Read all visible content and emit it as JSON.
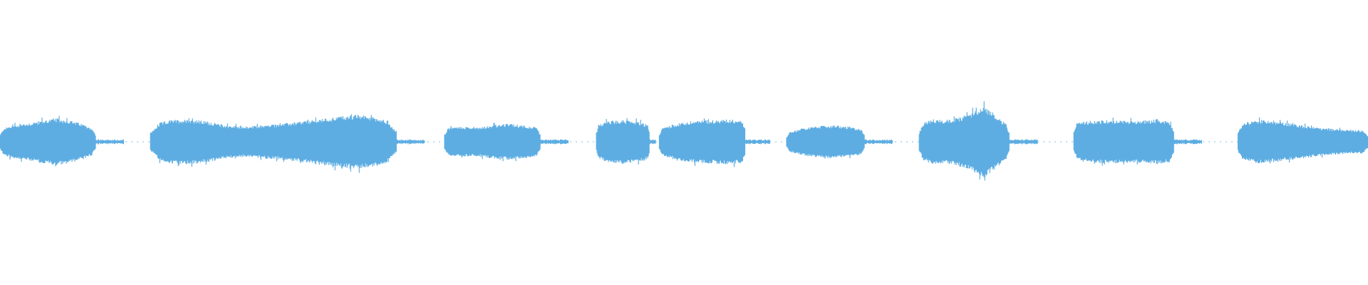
{
  "waveform": {
    "color": "#5dade2",
    "background": "#ffffff",
    "duration_fraction_segments": [
      {
        "start": 0.0,
        "end": 0.07,
        "amp": [
          0.42,
          0.55,
          0.62,
          0.7,
          0.78,
          0.72,
          0.6,
          0.4
        ]
      },
      {
        "start": 0.11,
        "end": 0.29,
        "amp": [
          0.55,
          0.72,
          0.75,
          0.68,
          0.55,
          0.5,
          0.55,
          0.6,
          0.68,
          0.75,
          0.85,
          0.9,
          0.8,
          0.6
        ]
      },
      {
        "start": 0.325,
        "end": 0.395,
        "amp": [
          0.45,
          0.5,
          0.48,
          0.55,
          0.6,
          0.55,
          0.45
        ]
      },
      {
        "start": 0.436,
        "end": 0.475,
        "amp": [
          0.55,
          0.7,
          0.72,
          0.68,
          0.55
        ]
      },
      {
        "start": 0.482,
        "end": 0.545,
        "amp": [
          0.45,
          0.6,
          0.7,
          0.72,
          0.75,
          0.7
        ]
      },
      {
        "start": 0.575,
        "end": 0.632,
        "amp": [
          0.3,
          0.45,
          0.52,
          0.55,
          0.5,
          0.4
        ]
      },
      {
        "start": 0.672,
        "end": 0.738,
        "amp": [
          0.55,
          0.75,
          0.72,
          0.8,
          0.95,
          1.2,
          0.85,
          0.5
        ]
      },
      {
        "start": 0.785,
        "end": 0.858,
        "amp": [
          0.6,
          0.7,
          0.72,
          0.7,
          0.7,
          0.75,
          0.65
        ]
      },
      {
        "start": 0.905,
        "end": 1.0,
        "amp": [
          0.6,
          0.72,
          0.65,
          0.55,
          0.45,
          0.4,
          0.38
        ]
      }
    ]
  }
}
